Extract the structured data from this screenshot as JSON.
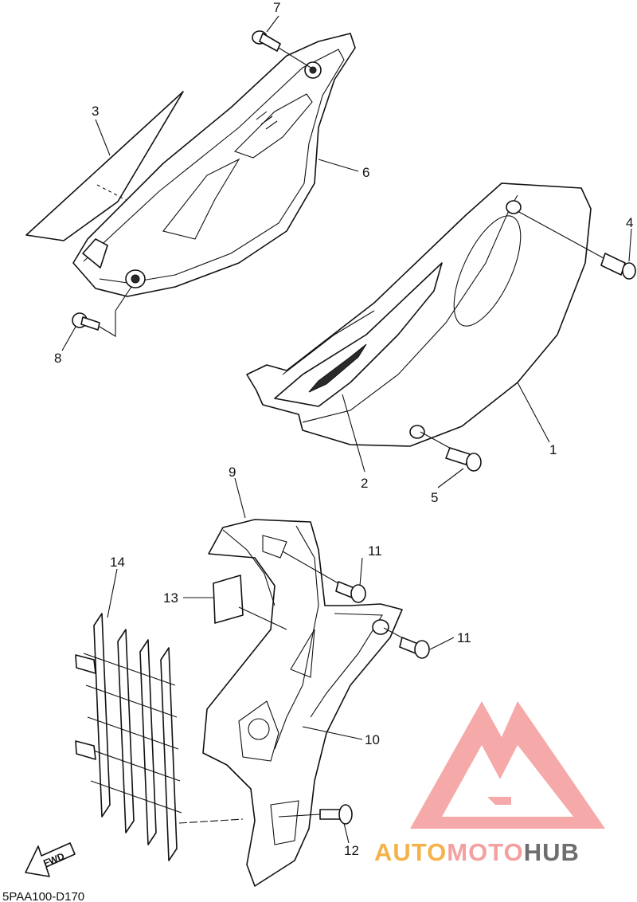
{
  "diagram": {
    "callouts": [
      "1",
      "2",
      "3",
      "4",
      "5",
      "6",
      "7",
      "8",
      "9",
      "10",
      "11",
      "11",
      "12",
      "13",
      "14"
    ],
    "catalog_code": "5PAA100-D170",
    "direction_label": "FWD"
  },
  "watermark": {
    "brand_part1": "AUTO",
    "brand_part2": "MOTO",
    "brand_part3": "HUB",
    "colors": {
      "auto": "#f6b24a",
      "moto": "#f4a0a0",
      "hub": "#6e6e6e",
      "logo": "#f4a0a0"
    }
  }
}
